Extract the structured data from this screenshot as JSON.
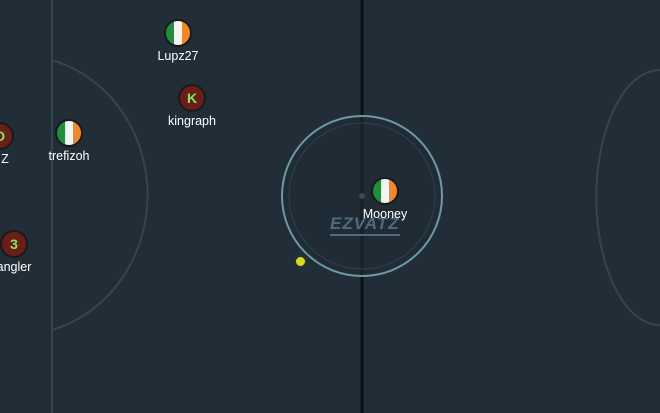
{
  "game": {
    "watermark": "EZVATZ",
    "players": [
      {
        "name": "Lupz27",
        "token": "",
        "style": "flag"
      },
      {
        "name": "kingraph",
        "token": "K",
        "style": "dark"
      },
      {
        "name": "trefizoh",
        "token": "",
        "style": "flag"
      },
      {
        "name": "Mooney",
        "token": "",
        "style": "flag"
      },
      {
        "name": "Z",
        "token": "D",
        "style": "dark"
      },
      {
        "name": "angler",
        "token": "3",
        "style": "dark"
      }
    ],
    "colors": {
      "field": "#222e37",
      "lines": "#34454f",
      "center_circle": "#6b9aa2",
      "ball": "#d8dc1a"
    }
  }
}
